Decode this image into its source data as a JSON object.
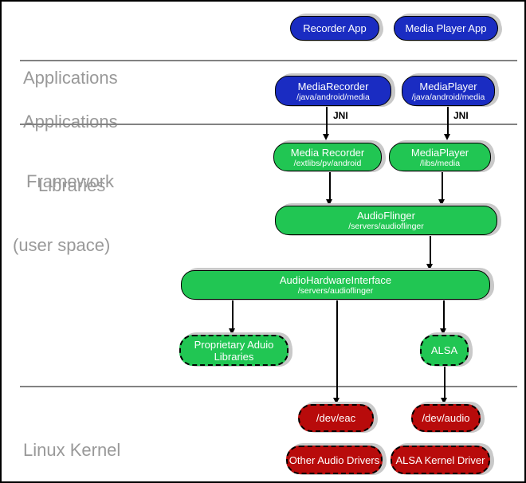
{
  "layers": {
    "applications": {
      "line1": "Applications"
    },
    "framework": {
      "line1": "Applications",
      "line2": "Framework"
    },
    "libraries": {
      "line1": "Libraries",
      "line2": "(user space)"
    },
    "kernel": {
      "line1": "Linux Kernel"
    }
  },
  "nodes": {
    "recorder_app": {
      "title": "Recorder App"
    },
    "media_player_app": {
      "title": "Media Player App"
    },
    "mediarecorder_fw": {
      "title": "MediaRecorder",
      "subtitle": "/java/android/media"
    },
    "mediaplayer_fw": {
      "title": "MediaPlayer",
      "subtitle": "/java/android/media"
    },
    "media_recorder_lib": {
      "title": "Media Recorder",
      "subtitle": "/extlibs/pv/android"
    },
    "mediaplayer_lib": {
      "title": "MediaPlayer",
      "subtitle": "/libs/media"
    },
    "audioflinger": {
      "title": "AudioFlinger",
      "subtitle": "/servers/audioflinger"
    },
    "audio_hw_interface": {
      "title": "AudioHardwareInterface",
      "subtitle": "/servers/audioflinger"
    },
    "proprietary": {
      "line1": "Proprietary Aduio",
      "line2": "Libraries"
    },
    "alsa": {
      "title": "ALSA"
    },
    "dev_eac": {
      "title": "/dev/eac"
    },
    "dev_audio": {
      "title": "/dev/audio"
    },
    "other_audio_drivers": {
      "title": "Other Audio Drivers"
    },
    "alsa_kernel_driver": {
      "title": "ALSA Kernel Driver"
    }
  },
  "edge_labels": {
    "jni_left": "JNI",
    "jni_right": "JNI"
  },
  "colors": {
    "app_blue": "#1a2cc2",
    "lib_green": "#21c653",
    "kernel_red": "#b80b0b",
    "shadow_gray": "#c9c9c9",
    "label_gray": "#999999",
    "divider_gray": "#828282",
    "text_white": "#ffffff"
  }
}
